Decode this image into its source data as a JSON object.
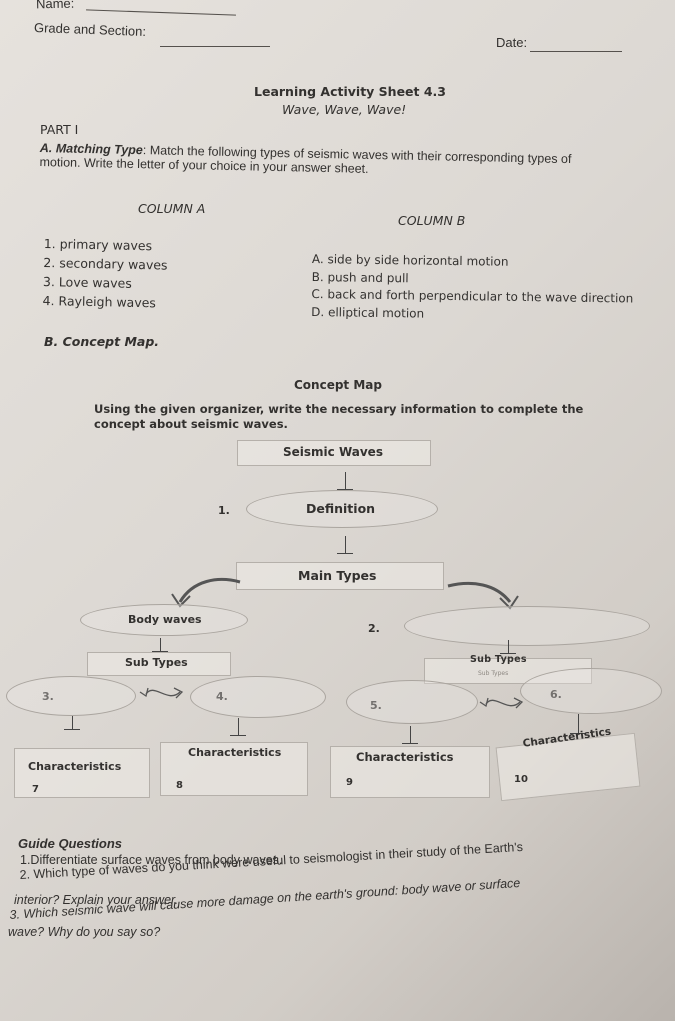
{
  "header": {
    "name_label": "Name:",
    "grade_label": "Grade and Section:",
    "date_label": "Date:"
  },
  "title": {
    "sheet": "Learning Activity Sheet 4.3",
    "subtitle": "Wave, Wave, Wave!"
  },
  "part1": {
    "heading": "PART I",
    "a_label": "A. Matching Type",
    "a_instructions_1": ": Match the following types of seismic waves with their corresponding types of",
    "a_instructions_2": "motion. Write the letter of your choice in your answer sheet.",
    "column_a_title": "COLUMN A",
    "column_b_title": "COLUMN B",
    "column_a": [
      "1. primary waves",
      "2. secondary waves",
      "3. Love waves",
      "4. Rayleigh waves"
    ],
    "column_b": [
      "A. side by side horizontal motion",
      "B. push and pull",
      "C. back and forth perpendicular to the wave direction",
      "D. elliptical motion"
    ],
    "b_label": "B. Concept Map."
  },
  "concept_map": {
    "title": "Concept Map",
    "instructions_1": "Using the given organizer, write the necessary information to complete the",
    "instructions_2": "concept about seismic waves.",
    "seismic_waves": "Seismic Waves",
    "num_1": "1.",
    "definition": "Definition",
    "main_types": "Main Types",
    "body_waves": "Body waves",
    "num_2": "2.",
    "sub_types_left": "Sub Types",
    "sub_types_right": "Sub Types",
    "sub_types_faint": "Sub Types",
    "num_3": "3.",
    "num_4": "4.",
    "num_5": "5.",
    "num_6": "6.",
    "characteristics_1": "Characteristics",
    "characteristics_2": "Characteristics",
    "characteristics_3": "Characteristics",
    "characteristics_4": "Characteristics",
    "num_7": "7",
    "num_8": "8",
    "num_9": "9",
    "num_10": "10"
  },
  "guide": {
    "title": "Guide Questions",
    "q1": "1.Differentiate surface waves from body waves.",
    "q2a": "2. Which type of waves do you think were useful to seismologist in their study of the Earth's",
    "q2b": "interior? Explain your answer.",
    "q3a": "3. Which seismic wave will cause more damage on the earth's ground: body wave or surface",
    "q3b": "wave? Why do you say so?"
  }
}
